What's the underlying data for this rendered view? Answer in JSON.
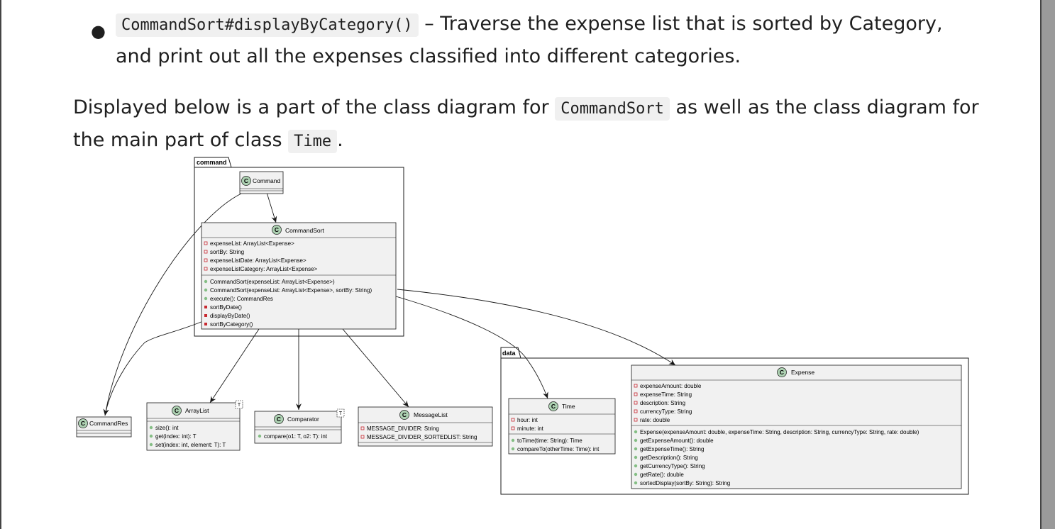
{
  "bullet": {
    "code": "CommandSort#displayByCategory()",
    "text": " – Traverse the expense list that is sorted by Category, and print out all the expenses classified into different categories."
  },
  "paragraph": {
    "part1": "Displayed below is a part of the class diagram for ",
    "code1": "CommandSort",
    "part2": " as well as the class diagram for the main part of class ",
    "code2": "Time",
    "part3": "."
  },
  "diagram": {
    "packages": {
      "command": "command",
      "data": "data"
    },
    "classes": {
      "command": {
        "name": "Command",
        "fields": [],
        "methods": []
      },
      "commandsort": {
        "name": "CommandSort",
        "fields": [
          "expenseList: ArrayList<Expense>",
          "sortBy: String",
          "expenseListDate: ArrayList<Expense>",
          "expenseListCategory: ArrayList<Expense>"
        ],
        "methods": [
          "CommandSort(expenseList: ArrayList<Expense>)",
          "CommandSort(expenseList: ArrayList<Expense>, sortBy: String)",
          "execute(): CommandRes",
          "sortByDate()",
          "displayByDate()",
          "sortByCategory()"
        ]
      },
      "commandres": {
        "name": "CommandRes",
        "fields": [],
        "methods": []
      },
      "arraylist": {
        "name": "ArrayList",
        "generic": "T",
        "fields": [],
        "methods": [
          "size(): int",
          "get(index: int): T",
          "set(index: int, element: T): T"
        ]
      },
      "comparator": {
        "name": "Comparator",
        "generic": "T",
        "fields": [],
        "methods": [
          "compare(o1: T, o2: T): int"
        ]
      },
      "messagelist": {
        "name": "MessageList",
        "fields": [
          "MESSAGE_DIVIDER: String",
          "MESSAGE_DIVIDER_SORTEDLIST: String"
        ],
        "methods": []
      },
      "time": {
        "name": "Time",
        "fields": [
          "hour: int",
          "minute: int"
        ],
        "methods": [
          "toTime(time: String): Time",
          "compareTo(otherTime: Time): int"
        ]
      },
      "expense": {
        "name": "Expense",
        "fields": [
          "expenseAmount: double",
          "expenseTime: String",
          "description: String",
          "currencyType: String",
          "rate: double"
        ],
        "methods": [
          "Expense(expenseAmount: double, expenseTime: String, description: String, currencyType: String, rate: double)",
          "getExpenseAmount(): double",
          "getExpenseTime(): String",
          "getDescription(): String",
          "getCurrencyType(): String",
          "getRate(): double",
          "sortedDisplay(sortBy: String): String"
        ]
      }
    },
    "colors": {
      "class_fill": "#f1f1f1",
      "border": "#181818",
      "class_icon": "#add1b2",
      "public_method": "#84be84",
      "private_method": "#c82930",
      "private_field": "#c82930"
    }
  }
}
